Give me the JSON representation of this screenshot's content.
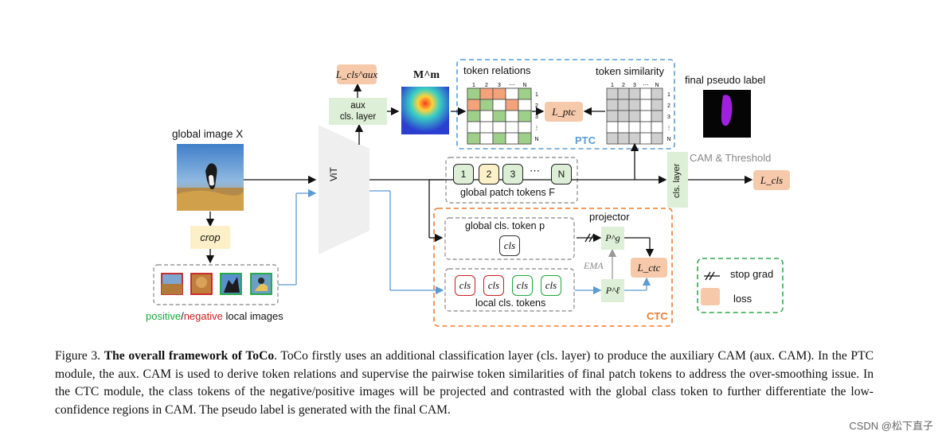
{
  "labels": {
    "global_image": "global image X",
    "crop": "crop",
    "vit": "ViT",
    "aux_layer_line1": "aux",
    "aux_layer_line2": "cls. layer",
    "loss_aux": "L_cls^aux",
    "mm": "M^m",
    "token_relations": "token relations",
    "token_similarity": "token similarity",
    "loss_ptc": "L_ptc",
    "ptc": "PTC",
    "final_pseudo_label": "final pseudo label",
    "cam_threshold": "CAM & Threshold",
    "cls_layer": "cls. layer",
    "loss_cls": "L_cls",
    "global_patch_tokens": "global patch tokens F",
    "patch_tokens": [
      "1",
      "2",
      "3",
      "⋯",
      "N"
    ],
    "projector": "projector",
    "global_cls_token": "global cls. token p",
    "cls": "cls",
    "p_g": "P^g",
    "ema": "EMA",
    "p_l": "P^ℓ",
    "loss_ctc": "L_ctc",
    "local_cls_tokens": "local cls. tokens",
    "ctc": "CTC",
    "local_images_pos": "positive",
    "local_images_sep": "/",
    "local_images_neg": "negative",
    "local_images_rest": " local images",
    "legend_stop_grad": "stop grad",
    "legend_loss": "loss",
    "matrix_cols": [
      "1",
      "2",
      "3",
      "⋯",
      "N"
    ],
    "matrix_rows": [
      "1",
      "2",
      "3",
      "⋮",
      "N"
    ]
  },
  "caption": {
    "prefix": "Figure 3. ",
    "bold": "The overall framework of ToCo",
    "text": ". ToCo firstly uses an additional classification layer (cls. layer) to produce the auxiliary CAM (aux. CAM). In the PTC module, the aux. CAM is used to derive token relations and supervise the pairwise token similarities of final patch tokens to address the over-smoothing issue.  In the CTC module, the class tokens of the negative/positive images will be projected and contrasted with the global class token to further differentiate the low-confidence regions in CAM. The pseudo label is generated with the final CAM."
  },
  "watermark": "CSDN @松下直子",
  "colors": {
    "ptc_border": "#5b9bd5",
    "ctc_border": "#ed7d31",
    "legend_border": "#2fa84f",
    "loss_fill": "#f6c9aa",
    "green_fill": "#ddefd6",
    "crop_fill": "#fdf0c8",
    "positive_text": "#1aa83a",
    "negative_text": "#c81e1e",
    "ema_arrow": "#999999",
    "blue_arrow": "#5b9bd5"
  }
}
